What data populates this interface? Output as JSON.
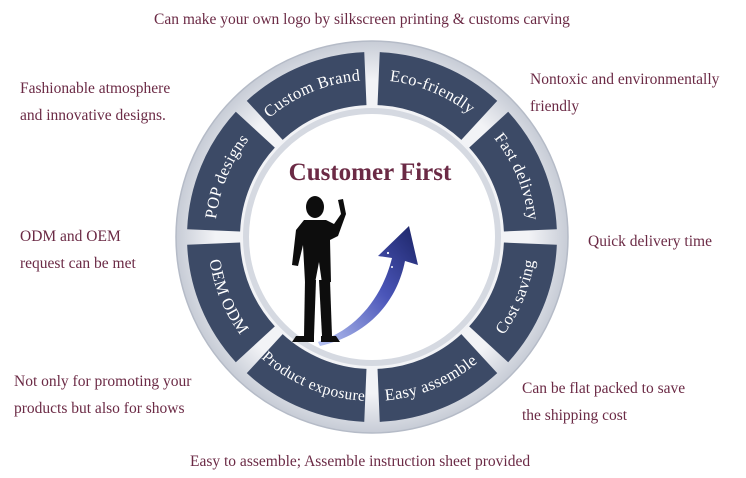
{
  "center": {
    "title": "Customer First"
  },
  "segments": [
    {
      "label": "Eco-friendly"
    },
    {
      "label": "Fast delivery"
    },
    {
      "label": "Cost saving"
    },
    {
      "label": "Easy assemble"
    },
    {
      "label": "Product exposure"
    },
    {
      "label": "OEM ODM"
    },
    {
      "label": "POP designs"
    },
    {
      "label": "Custom Brand"
    }
  ],
  "notes": {
    "top": "Can make your own logo by silkscreen printing & customs carving",
    "top_left": "Fashionable atmosphere\nand innovative designs.",
    "top_right": "Nontoxic and environmentally\nfriendly",
    "mid_left": "ODM and OEM\nrequest can be met",
    "mid_right": "Quick delivery time",
    "bottom_left": "Not only for promoting your\nproducts but also for shows",
    "bottom_right": "Can be flat packed to save\nthe shipping cost",
    "bottom": "Easy to assemble; Assemble instruction sheet provided"
  },
  "colors": {
    "ring_outer": "#dfe2e8",
    "segment_fill": "#3c4a66",
    "divider": "#c9ced8",
    "accent_text": "#6b2a45",
    "arrow_light": "#9aa8e6",
    "arrow_dark": "#1b2466"
  }
}
